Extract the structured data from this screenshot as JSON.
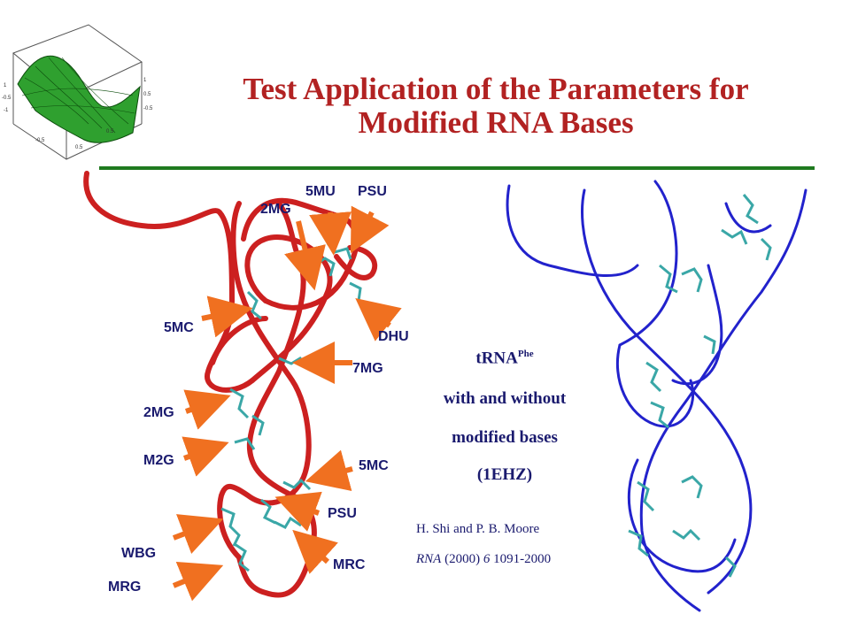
{
  "colors": {
    "title": "#b22222",
    "rule": "#1f7a1f",
    "red_chain": "#cc2020",
    "blue_chain": "#2222cc",
    "arrow": "#f07020",
    "label": "#1a1a6e",
    "caption": "#1a1a6e",
    "surface": "#2fa02f"
  },
  "title": {
    "line1": "Test Application of the Parameters for",
    "line2": "Modified RNA Bases"
  },
  "labels": {
    "l_5mu": "5MU",
    "l_psu_top": "PSU",
    "l_2mg_top": "2MG",
    "l_dhu": "DHU",
    "l_5mc_left": "5MC",
    "l_7mg": "7MG",
    "l_2mg_left": "2MG",
    "l_m2g": "M2G",
    "l_5mc_right": "5MC",
    "l_psu_bottom": "PSU",
    "l_wbg": "WBG",
    "l_mrc": "MRC",
    "l_mrg": "MRG"
  },
  "caption": {
    "trna": "tRNA",
    "trna_sup": "Phe",
    "line2": "with and without",
    "line3": "modified bases",
    "line4": "(1EHZ)"
  },
  "reference": {
    "authors": "H. Shi and P. B. Moore",
    "journal": "RNA",
    "year": "(2000)",
    "volume": "6",
    "pages": "1091-2000"
  },
  "icons": {
    "surface_plot": "3d-surface-plot-icon",
    "red_structure": "red-trna-structure",
    "blue_structure": "blue-trna-structure"
  }
}
